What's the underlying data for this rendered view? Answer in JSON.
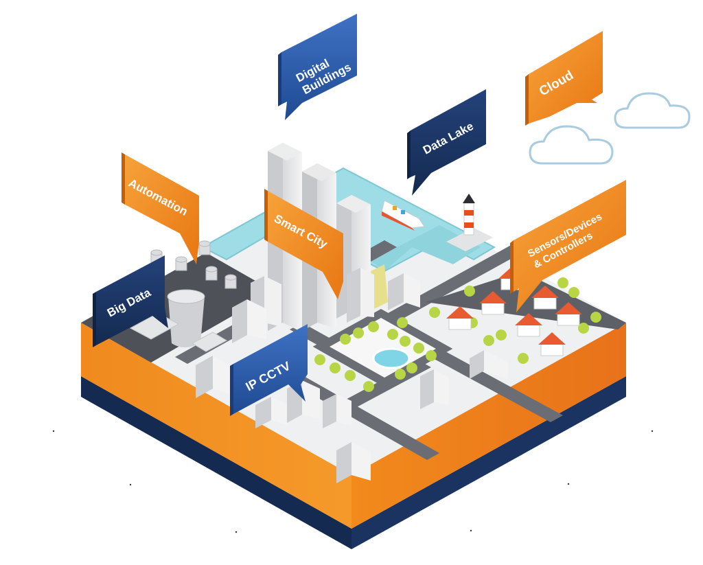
{
  "labels": {
    "digital_buildings": [
      "Digital",
      "Buildings"
    ],
    "data_lake": "Data Lake",
    "cloud": "Cloud",
    "automation": "Automation",
    "smart_city": "Smart City",
    "sensors": [
      "Sensors/Devices",
      "& Controllers"
    ],
    "big_data": "Big Data",
    "ip_cctv": "IP CCTV"
  },
  "icons": {
    "clouds": "cloud-outline-icon",
    "ship": "ship-icon",
    "lighthouse": "lighthouse-icon",
    "fountain": "fountain-icon"
  },
  "colors": {
    "orange": "#f08a1e",
    "orange_light": "#f7a23a",
    "orange_dark": "#e06f10",
    "navy": "#1f3a6e",
    "navy_deep": "#142a50",
    "blue_tag": "#2e5aa8",
    "water": "#9fdde6",
    "road": "#6b6d75",
    "cloud_stroke": "#a9cbe0"
  }
}
